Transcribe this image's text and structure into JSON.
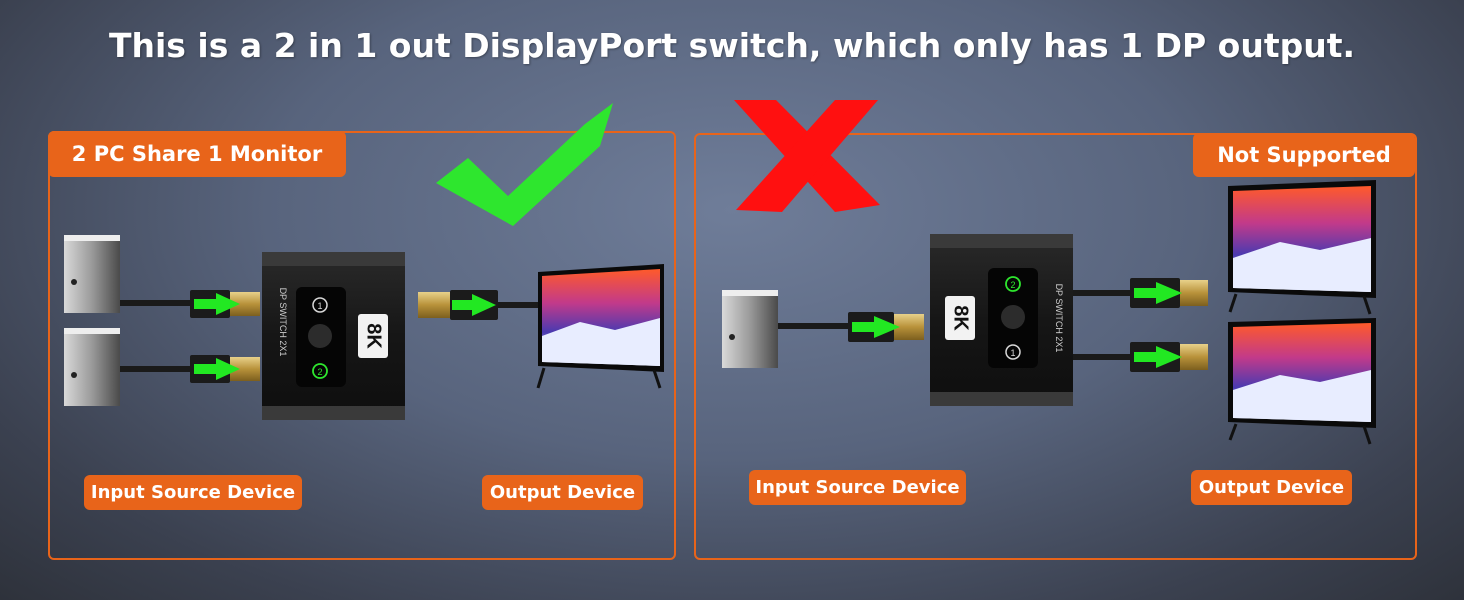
{
  "headline": "This is a 2 in 1 out DisplayPort switch, which only has 1 DP output.",
  "left_panel": {
    "title": "2 PC Share 1 Monitor",
    "input_label": "Input Source Device",
    "output_label": "Output Device",
    "switch_text": "DP SWITCH 2X1",
    "badge": "8K",
    "port_1": "1",
    "port_2": "2",
    "verdict_icon": "checkmark-icon"
  },
  "right_panel": {
    "title": "Not Supported",
    "input_label": "Input Source Device",
    "output_label": "Output Device",
    "switch_text": "DP SWITCH 2X1",
    "badge": "8K",
    "port_1": "1",
    "port_2": "2",
    "verdict_icon": "cross-icon"
  },
  "colors": {
    "accent": "#e8641a",
    "check": "#2ee62e",
    "cross": "#ff1010",
    "arrow": "#22e822",
    "connector": "#c9a64a"
  }
}
